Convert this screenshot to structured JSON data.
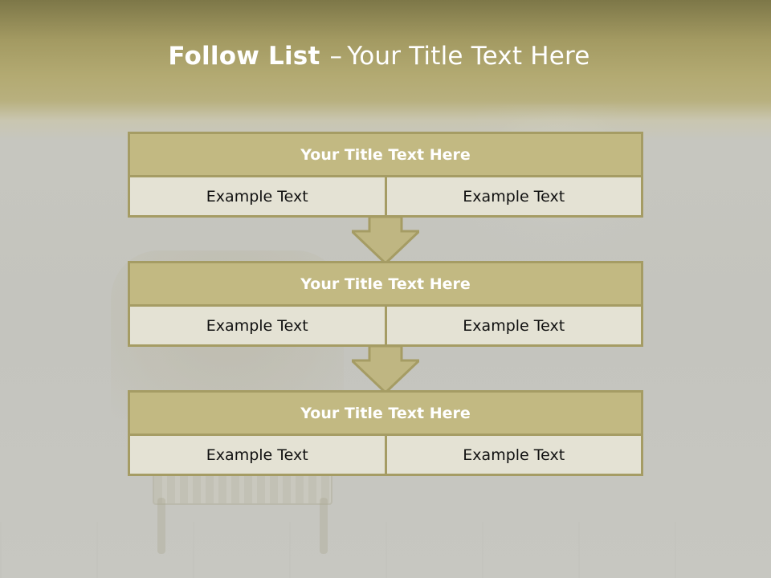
{
  "slide": {
    "title_bold": "Follow List",
    "title_dash": "–",
    "title_rest": "Your Title Text Here"
  },
  "blocks": [
    {
      "title": "Your Title Text Here",
      "left_text": "Example Text",
      "right_text": "Example Text"
    },
    {
      "title": "Your Title Text Here",
      "left_text": "Example Text",
      "right_text": "Example Text"
    },
    {
      "title": "Your Title Text Here",
      "left_text": "Example Text",
      "right_text": "Example Text"
    }
  ],
  "colors": {
    "header_band": "#a39a62",
    "block_title_bg": "#c2b982",
    "block_border": "#a59c64",
    "cell_bg": "#e4e2d4",
    "arrow_fill": "#bfb682"
  }
}
